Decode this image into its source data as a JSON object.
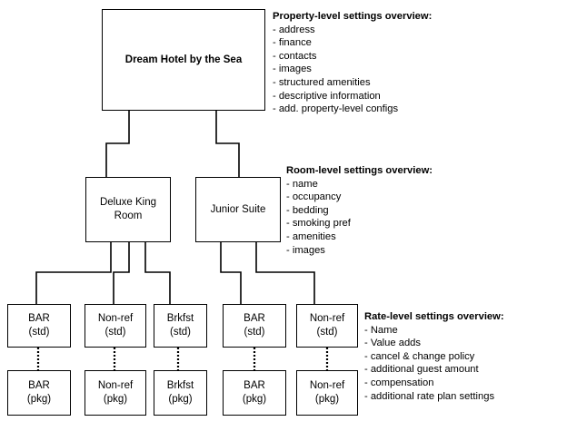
{
  "hotel": {
    "label": "Dream Hotel by the Sea"
  },
  "rooms": [
    {
      "label": "Deluxe King\nRoom"
    },
    {
      "label": "Junior Suite"
    }
  ],
  "rates_top": [
    {
      "label": "BAR\n(std)"
    },
    {
      "label": "Non-ref\n(std)"
    },
    {
      "label": "Brkfst\n(std)"
    },
    {
      "label": "BAR\n(std)"
    },
    {
      "label": "Non-ref\n(std)"
    }
  ],
  "rates_bottom": [
    {
      "label": "BAR\n(pkg)"
    },
    {
      "label": "Non-ref\n(pkg)"
    },
    {
      "label": "Brkfst\n(pkg)"
    },
    {
      "label": "BAR\n(pkg)"
    },
    {
      "label": "Non-ref\n(pkg)"
    }
  ],
  "property_settings": {
    "title": "Property-level settings overview:",
    "items": [
      "- address",
      "- finance",
      "- contacts",
      "- images",
      "- structured amenities",
      "- descriptive information",
      "- add. property-level configs"
    ]
  },
  "room_settings": {
    "title": "Room-level settings overview:",
    "items": [
      "- name",
      "- occupancy",
      "- bedding",
      "- smoking pref",
      "- amenities",
      "- images"
    ]
  },
  "rate_settings": {
    "title": "Rate-level settings overview:",
    "items": [
      "- Name",
      "- Value adds",
      "- cancel & change policy",
      "- additional guest amount",
      "- compensation",
      "- additional rate plan settings"
    ]
  }
}
